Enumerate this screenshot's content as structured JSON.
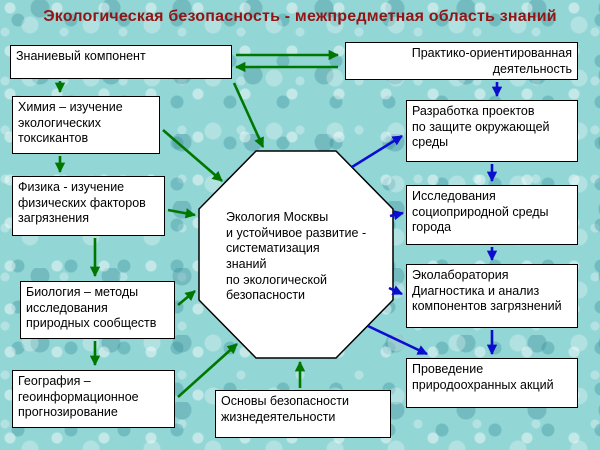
{
  "title": "Экологическая безопасность - межпредметная область знаний",
  "boxes": {
    "znanievyi": "Знаниевый компонент",
    "praktiko": "Практико-ориентированная\nдеятельность",
    "chem": "Химия – изучение\nэкологических\nтоксикантов",
    "fiz": "Физика - изучение\nфизических факторов\nзагрязнения",
    "bio": "Биология – методы\nисследования\nприродных сообществ",
    "geo": "География –\nгеоинформационное\nпрогнозирование",
    "razrabotka": "Разработка проектов\nпо защите окружающей\nсреды",
    "issled": "Исследования\nсоциоприродной среды\nгорода",
    "ekolab": "Эколаборатория\nДиагностика и анализ\nкомпонентов загрязнений",
    "provedenie": "Проведение\nприродоохранных акций",
    "osnovy": "Основы безопасности\nжизнедеятельности"
  },
  "octagon": "Экология Москвы\nи устойчивое развитие -\nсистематизация\nзнаний\nпо экологической\nбезопасности",
  "colors": {
    "title_text": "#941414",
    "arrow_green": "#007800",
    "arrow_blue": "#0d0dd0",
    "box_background": "#ffffff",
    "box_border": "#000000",
    "page_background": "#93d6d6"
  }
}
